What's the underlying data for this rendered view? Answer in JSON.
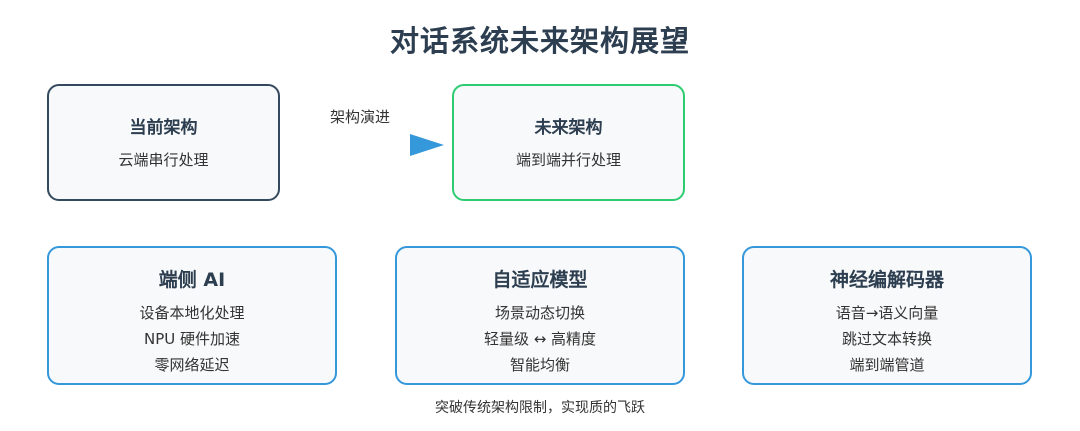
{
  "title": "对话系统未来架构展望",
  "current": {
    "title": "当前架构",
    "desc": "云端串行处理"
  },
  "evolution_label": "架构演进",
  "future": {
    "title": "未来架构",
    "desc": "端到端并行处理"
  },
  "cards": [
    {
      "title": "端侧 AI",
      "lines": [
        "设备本地化处理",
        "NPU 硬件加速",
        "零网络延迟"
      ]
    },
    {
      "title": "自适应模型",
      "lines": [
        "场景动态切换",
        "轻量级 ↔ 高精度",
        "智能均衡"
      ]
    },
    {
      "title": "神经编解码器",
      "lines": [
        "语音→语义向量",
        "跳过文本转换",
        "端到端管道"
      ]
    }
  ],
  "footer": "突破传统架构限制，实现质的飞跃",
  "colors": {
    "current_border": "#34495e",
    "future_border": "#2ecc71",
    "card_border": "#3498db",
    "arrow": "#3498db"
  }
}
